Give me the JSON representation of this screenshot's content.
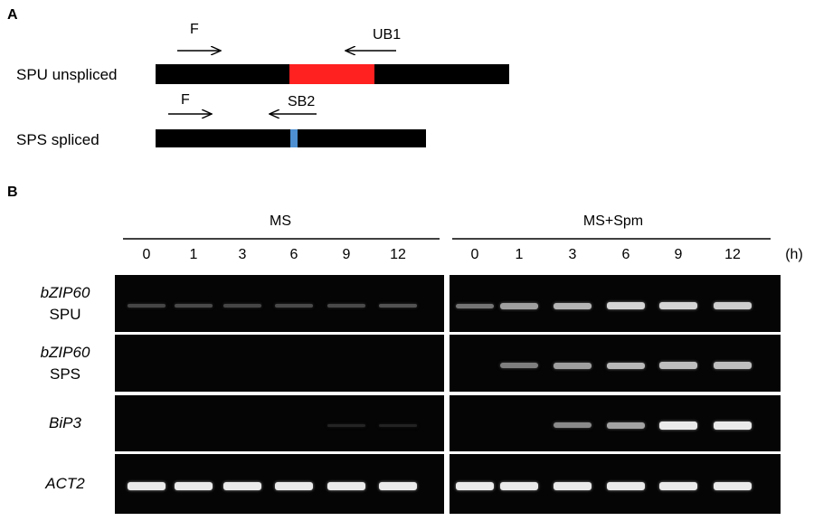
{
  "panels": {
    "a": "A",
    "b": "B"
  },
  "transcripts": [
    {
      "label": "SPU unspliced",
      "primer_f": "F",
      "primer_r": "UB1",
      "insert_color": "#ff2020"
    },
    {
      "label": "SPS spliced",
      "primer_f": "F",
      "primer_r": "SB2",
      "insert_color": "#4d8fd0"
    }
  ],
  "conditions": [
    "MS",
    "MS+Spm"
  ],
  "timepoints": [
    "0",
    "1",
    "3",
    "6",
    "9",
    "12"
  ],
  "time_unit": "(h)",
  "rows": [
    {
      "gene": "bZIP60",
      "sub": "SPU",
      "intensity": [
        0.18,
        0.2,
        0.18,
        0.2,
        0.2,
        0.24,
        0.4,
        0.6,
        0.7,
        0.85,
        0.85,
        0.82
      ]
    },
    {
      "gene": "bZIP60",
      "sub": "SPS",
      "intensity": [
        0,
        0,
        0,
        0,
        0,
        0,
        0,
        0.45,
        0.6,
        0.72,
        0.75,
        0.75
      ]
    },
    {
      "gene": "BiP3",
      "sub": "",
      "intensity": [
        0,
        0,
        0,
        0,
        0.03,
        0.02,
        0,
        0,
        0.5,
        0.62,
        0.95,
        0.95
      ]
    },
    {
      "gene": "ACT2",
      "sub": "",
      "intensity": [
        0.95,
        0.95,
        0.95,
        0.95,
        0.95,
        0.95,
        0.95,
        0.95,
        0.95,
        0.95,
        0.95,
        0.95
      ]
    }
  ]
}
